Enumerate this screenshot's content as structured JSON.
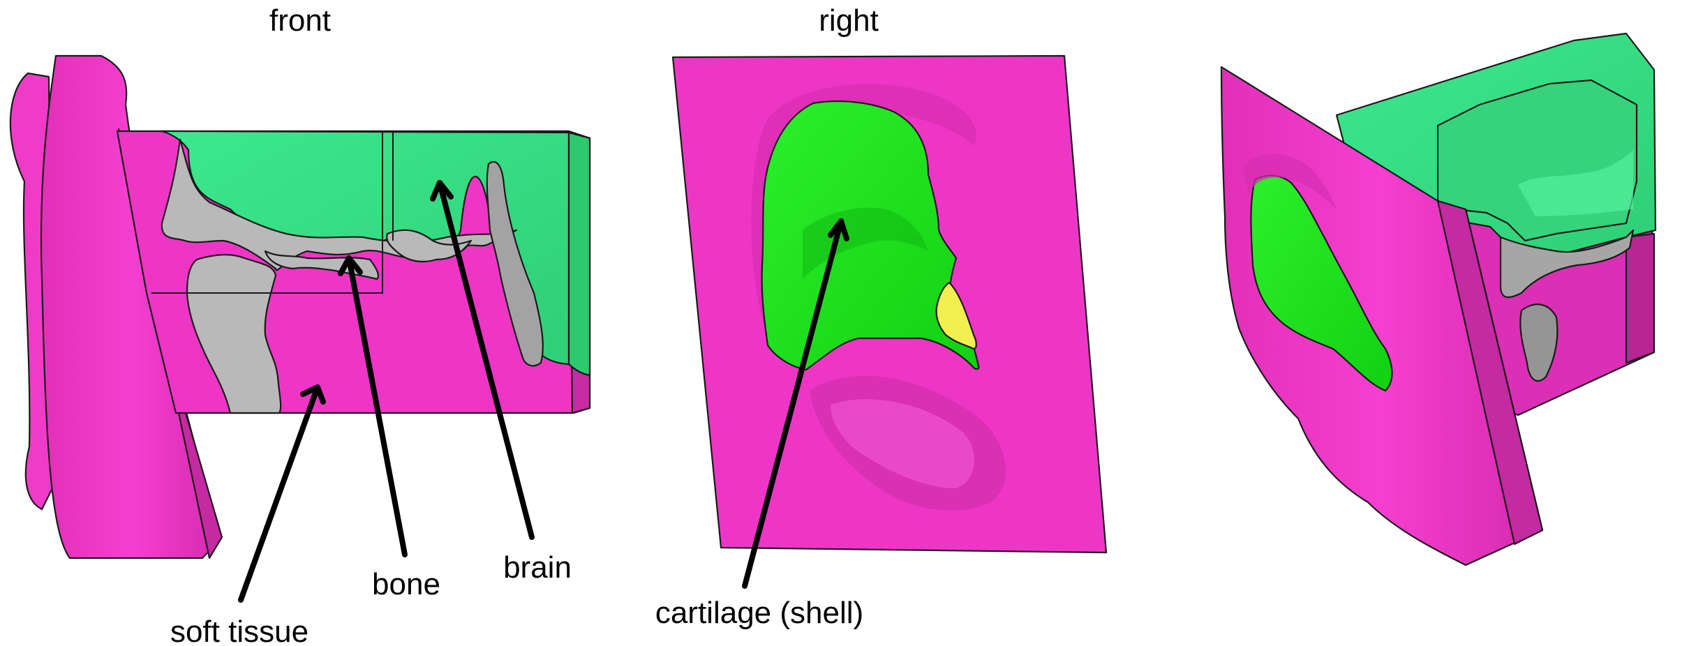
{
  "views": {
    "front": {
      "title": "front"
    },
    "right": {
      "title": "right"
    },
    "iso": {
      "title": ""
    }
  },
  "labels": {
    "soft_tissue": "soft tissue",
    "bone": "bone",
    "brain": "brain",
    "cartilage": "cartilage (shell)"
  },
  "colors": {
    "soft_tissue": "#f032c8",
    "soft_tissue_dark": "#c8289f",
    "bone": "#b9b9b9",
    "bone_dark": "#8e8e8e",
    "brain": "#3ce48a",
    "brain_dark": "#2bbd66",
    "cartilage": "#1ee61e",
    "yellow_part": "#f0f050"
  }
}
